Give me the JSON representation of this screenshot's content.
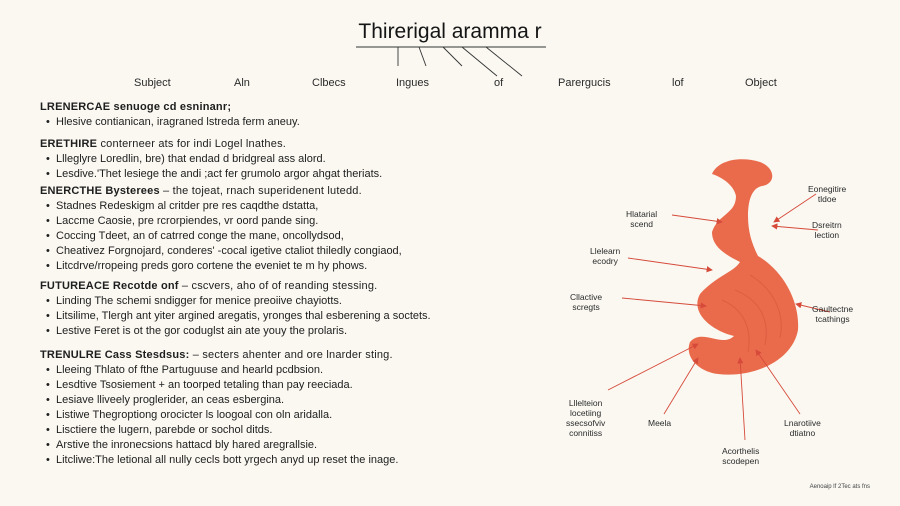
{
  "title": "Thirerigal aramma r",
  "top_labels": [
    "Subject",
    "Aln",
    "Clbecs",
    "Ingues",
    "of",
    "Parergucis",
    "lof",
    "Object"
  ],
  "sections": [
    {
      "heading": "LRENERCAE senuoge cd esninanr;",
      "heading_rest": "",
      "bullets": [
        "Hlesive contianican, iragraned lstreda ferm aneuy."
      ]
    },
    {
      "heading": "ERETHIRE",
      "heading_rest": "conterneer ats for indi Logel lnathes.",
      "bullets": [
        "Llleglyre Loredlin, bre) that endad d bridgreal ass alord.",
        "Lesdive.'Thet lesiege the andi ;act fer grumolo argor ahgat theriats."
      ]
    },
    {
      "heading": "ENERCTHE Bysterees",
      "heading_rest": "– the tojeat, rnach superidenent lutedd.",
      "bullets": [
        "Stadnes Redeskigm al critder pre res caqdthe dstatta,",
        "Laccme Caosie, pre rcrorpiendes, vr oord pande sing.",
        "Coccing Tdeet, an of catrred conge the mane, oncollydsod,",
        "Cheativez Forgnojard, conderes' -cocal igetive ctaliot thiledly congiaod,",
        "Litcdrve/rropeing preds goro cortene the eveniet te m hy phows."
      ]
    },
    {
      "heading": "FUTUREACE Recotde onf",
      "heading_rest": "– cscvers, aho of of reanding stessing.",
      "bullets": [
        "Linding The schemi sndigger for menice preoiive chayiotts.",
        "Litsilime, Tlergh ant yiter argined aregatis, yronges thal esberening a soctets.",
        "Lestive Feret is ot the gor coduglst ain ate youy the prolaris."
      ]
    },
    {
      "heading": "TRENULRE Cass Stesdsus:",
      "heading_rest": "– secters ahenter and ore lnarder sting.",
      "bullets": [
        "Lleeing Thlato of fthe Partuguuse and hearld pcdbsion.",
        "Lesdtive Tsosiement + an toorped tetaling than pay reeciada.",
        "Lesiave lliveely proglerider, an ceas esbergina.",
        "Listiwe Thegroptiong orocicter ls loogoal con oln aridalla.",
        "Lisctiere the lugern, parebde or sochol ditds.",
        "Arstive the inronecsions hattacd bly hared aregrallsie.",
        "Litcliwe:The letional all nully cecls bott yrgech anyd up reset the inage."
      ]
    }
  ],
  "diagram": {
    "organ_color": "#ea6b4c",
    "pointer_color": "#d64a3a",
    "labels": [
      [
        "Hlatarial",
        "scend"
      ],
      [
        "Llelearn",
        "ecodry"
      ],
      [
        "Cllactive",
        "scregts"
      ],
      [
        "Lllelteion",
        "locetiing",
        "ssecsofviv",
        "connitiss"
      ],
      [
        "Meela"
      ],
      [
        "Acorthelis",
        "scodepen"
      ],
      [
        "Lnarotiive",
        "dtiatno"
      ],
      [
        "Gaultectne",
        "tcathings"
      ],
      [
        "Dsreitrn",
        "lection"
      ],
      [
        "Eonegitire",
        "tldoe"
      ]
    ]
  },
  "credit": "Aenoaip lf 2Tec ats fns"
}
